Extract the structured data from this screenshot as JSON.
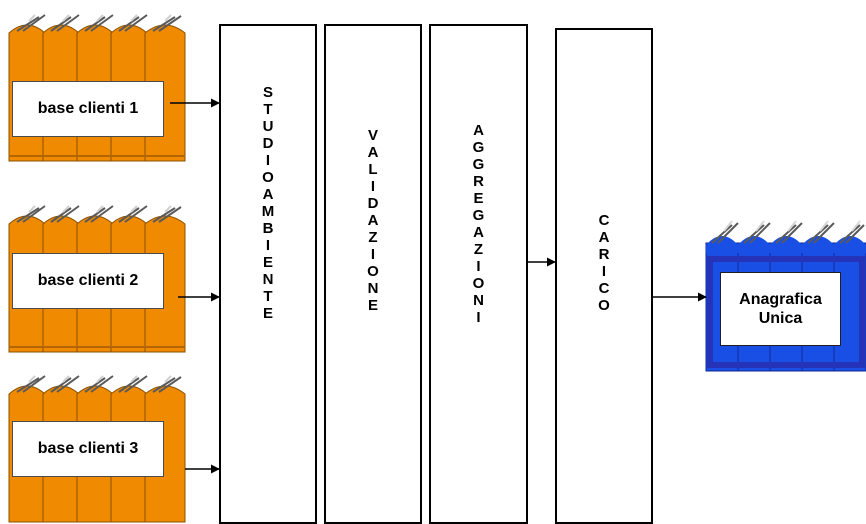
{
  "sources": [
    {
      "label": "base clienti 1"
    },
    {
      "label": "base clienti 2"
    },
    {
      "label": "base clienti 3"
    }
  ],
  "stages": [
    {
      "name": "STUDIOAMBIENTE"
    },
    {
      "name": "VALIDAZIONE"
    },
    {
      "name": "AGGREGAZIONI"
    },
    {
      "name": "CARICO"
    }
  ],
  "destination": {
    "line1": "Anagrafica",
    "line2": "Unica"
  },
  "colors": {
    "source_binder": "#f08a00",
    "destination_binder": "#1a4fe6",
    "destination_border": "#2433b8",
    "stage_border": "#000000",
    "arrow": "#000000"
  }
}
